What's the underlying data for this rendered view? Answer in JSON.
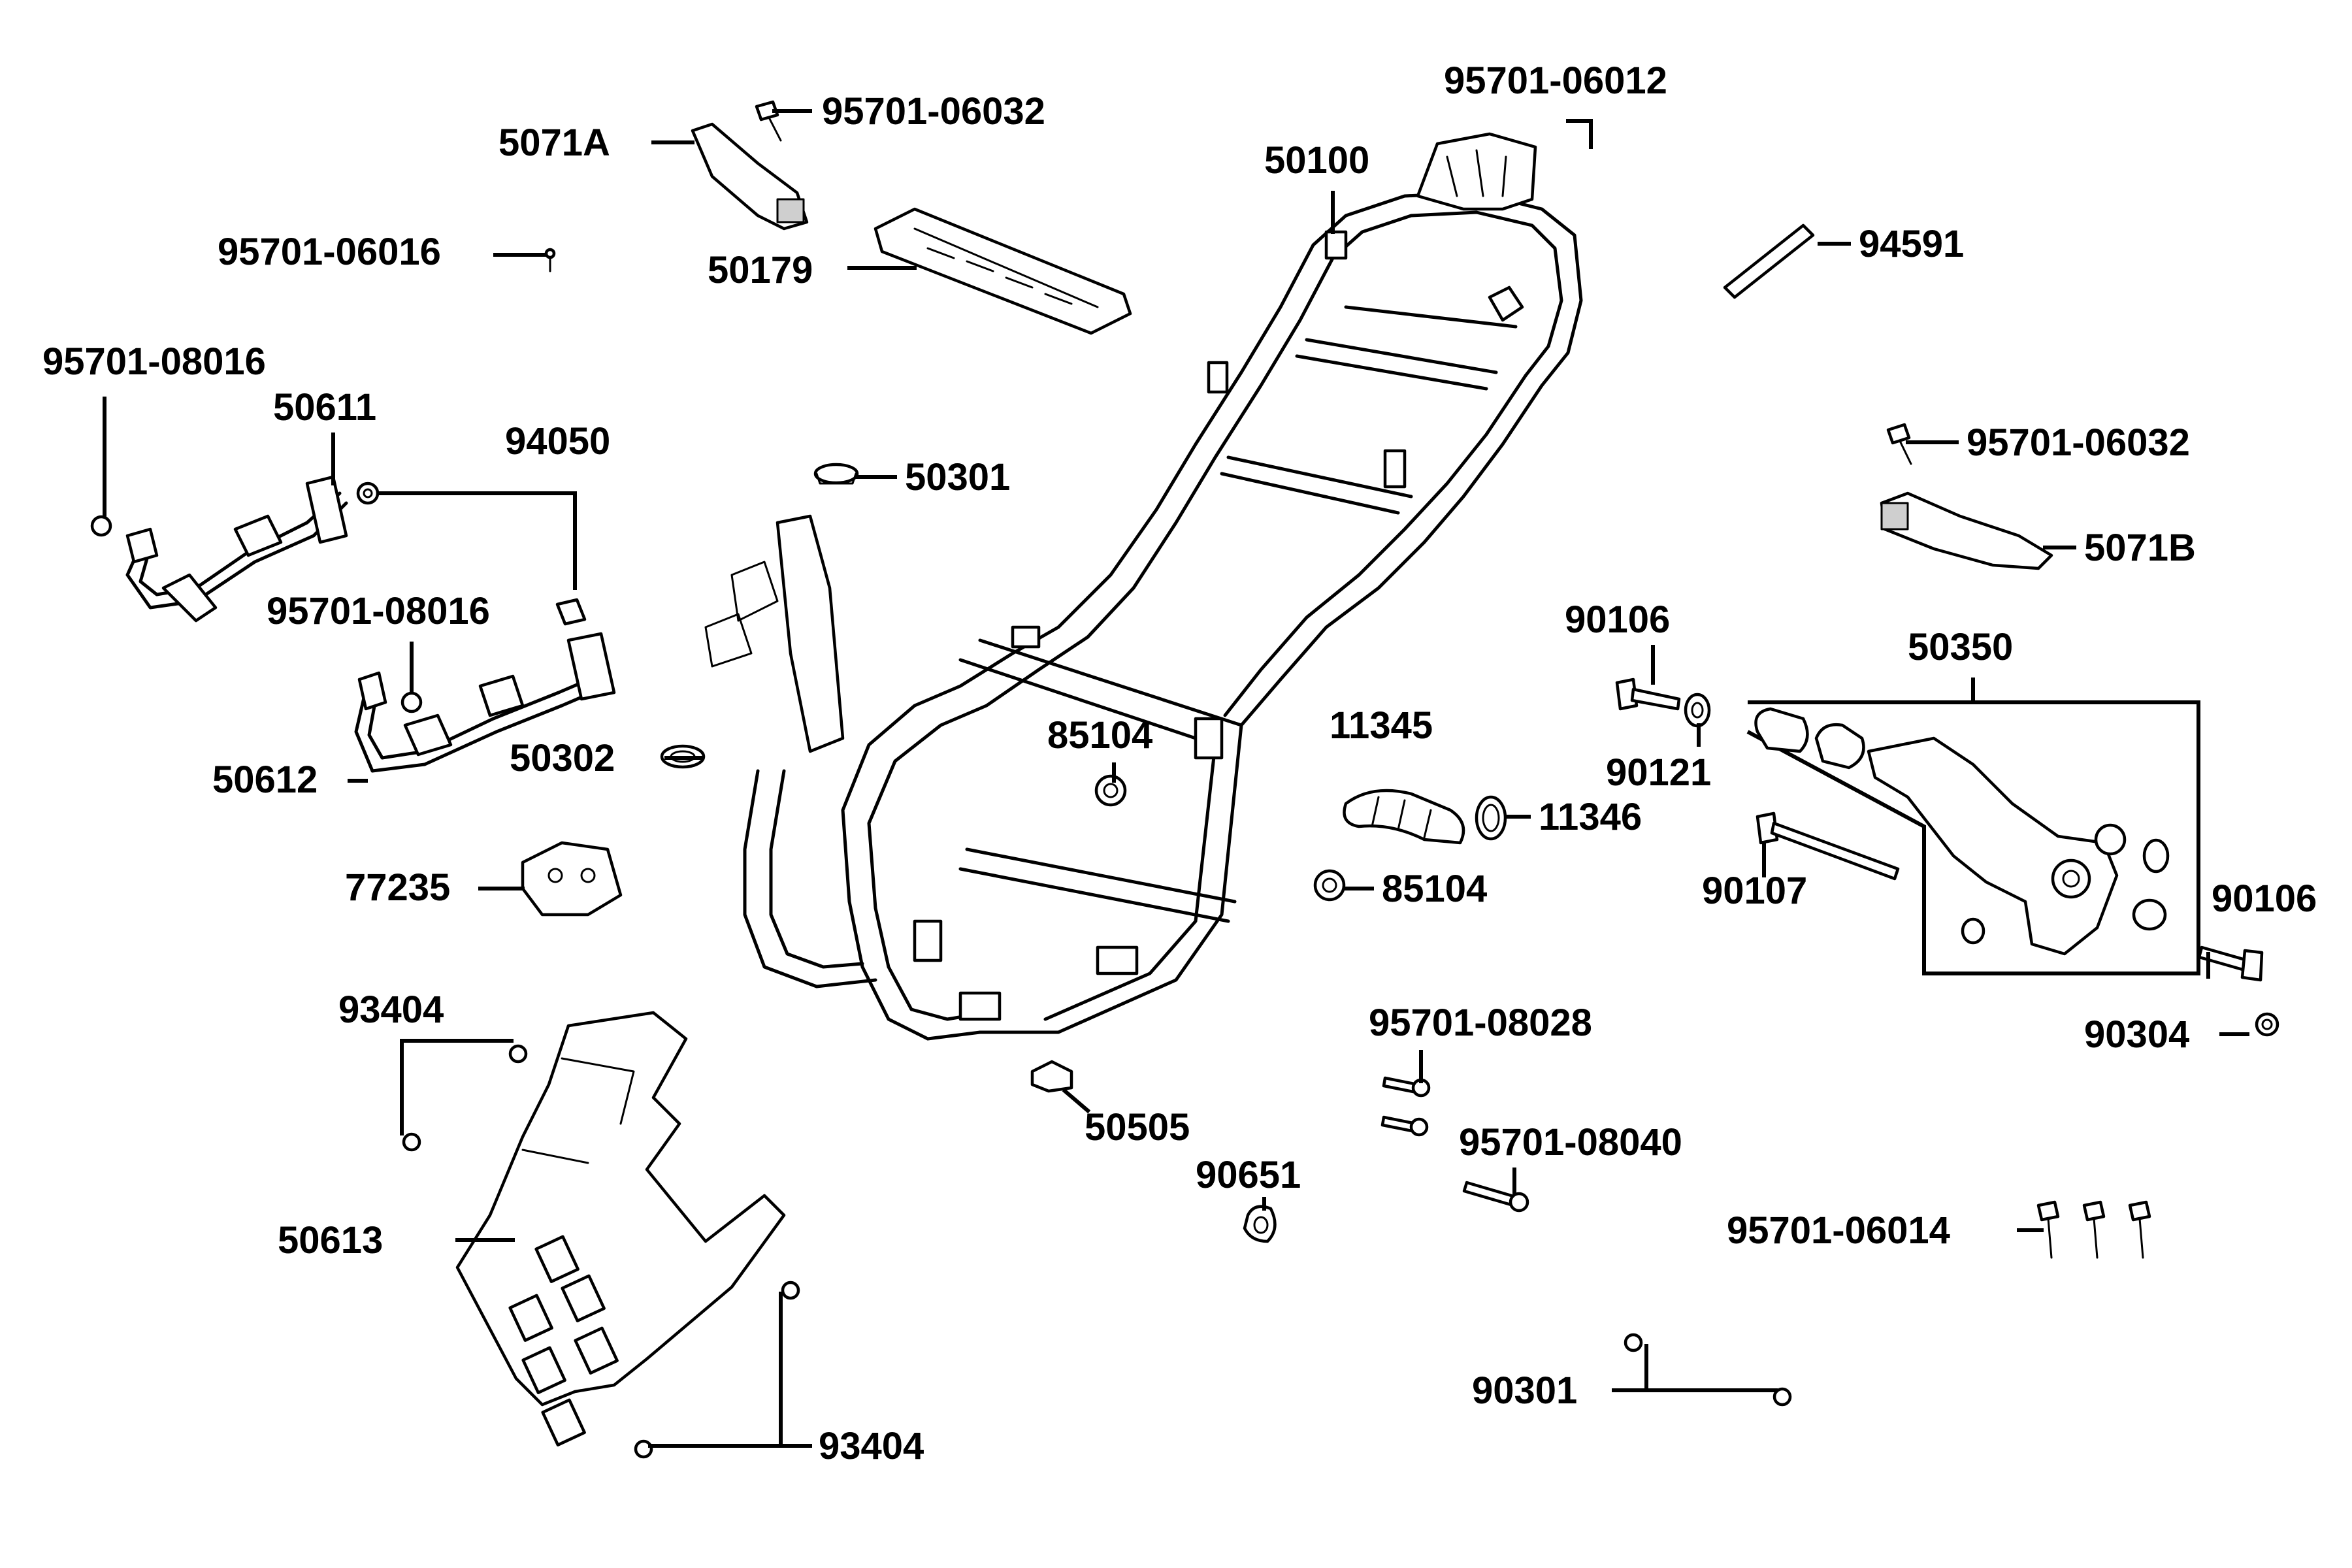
{
  "labels": {
    "p_95701_06012": "95701-06012",
    "p_95701_06032_top": "95701-06032",
    "p_5071A": "5071A",
    "p_50100": "50100",
    "p_95701_06016": "95701-06016",
    "p_50179": "50179",
    "p_94591": "94591",
    "p_95701_08016_a": "95701-08016",
    "p_50611": "50611",
    "p_94050": "94050",
    "p_50301": "50301",
    "p_95701_06032_right": "95701-06032",
    "p_5071B": "5071B",
    "p_95701_08016_b": "95701-08016",
    "p_90106_a": "90106",
    "p_50350": "50350",
    "p_85104_a": "85104",
    "p_11345": "11345",
    "p_90121": "90121",
    "p_50302": "50302",
    "p_50612": "50612",
    "p_11346": "11346",
    "p_77235": "77235",
    "p_85104_b": "85104",
    "p_90107": "90107",
    "p_90106_b": "90106",
    "p_93404_a": "93404",
    "p_95701_08028": "95701-08028",
    "p_90304": "90304",
    "p_50505": "50505",
    "p_95701_08040": "95701-08040",
    "p_90651": "90651",
    "p_50613": "50613",
    "p_95701_06014": "95701-06014",
    "p_90301": "90301",
    "p_93404_b": "93404"
  }
}
